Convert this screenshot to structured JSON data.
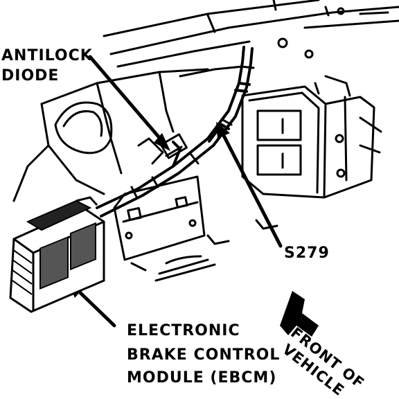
{
  "labels": {
    "antilock_line1": "ANTILOCK",
    "antilock_line2": "DIODE",
    "splice": "S279",
    "ebcm_line1": "ELECTRONIC",
    "ebcm_line2": "BRAKE CONTROL",
    "ebcm_line3": "MODULE (EBCM)",
    "front_line1": "FRONT OF",
    "front_line2": "VEHICLE"
  }
}
